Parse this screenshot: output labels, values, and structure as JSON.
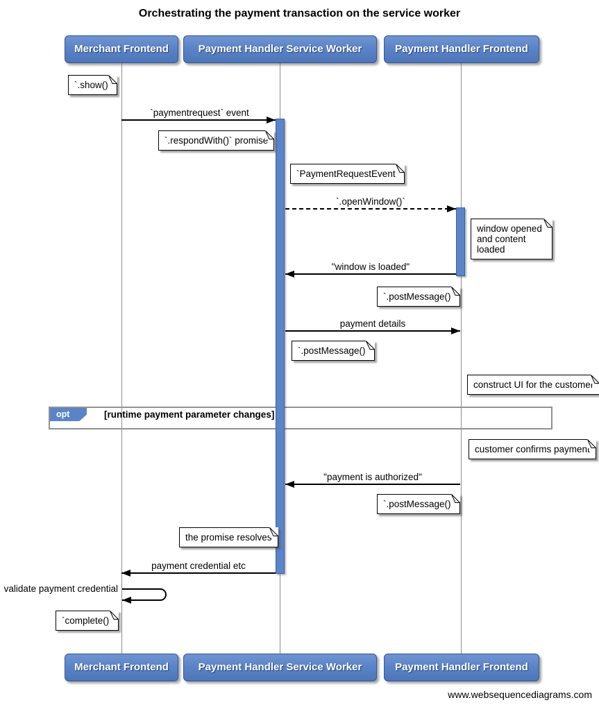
{
  "title": "Orchestrating the payment transaction on the service worker",
  "actors": [
    "Merchant Frontend",
    "Payment Handler Service Worker",
    "Payment Handler Frontend"
  ],
  "messages": [
    {
      "label": "`paymentrequest` event",
      "style": "solid",
      "direction": "right"
    },
    {
      "label": "`.openWindow()`",
      "style": "dashed",
      "direction": "right"
    },
    {
      "label": "\"window is loaded\"",
      "style": "solid",
      "direction": "left"
    },
    {
      "label": "payment details",
      "style": "solid",
      "direction": "right"
    },
    {
      "label": "\"payment is authorized\"",
      "style": "solid",
      "direction": "left"
    },
    {
      "label": "payment credential etc",
      "style": "solid",
      "direction": "left"
    },
    {
      "label": "validate payment credential",
      "style": "self",
      "direction": "self"
    }
  ],
  "notes": [
    {
      "text": "`.show()`"
    },
    {
      "text": "`.respondWith()` promise"
    },
    {
      "text": "`PaymentRequestEvent`"
    },
    {
      "text": "window opened and content loaded"
    },
    {
      "text": "`.postMessage()`"
    },
    {
      "text": "`.postMessage()`"
    },
    {
      "text": "construct UI for the customer"
    },
    {
      "text": "customer confirms payment"
    },
    {
      "text": "`.postMessage()`"
    },
    {
      "text": "the promise resolves"
    },
    {
      "text": "`complete()`"
    }
  ],
  "fragment": {
    "operator": "opt",
    "guard": "[runtime payment parameter changes]"
  },
  "footer": "www.websequencediagrams.com",
  "colors": {
    "actor_blue": "#5b84c8",
    "activation_blue": "#5b84cb",
    "lifeline_gray": "#8c8c8c",
    "fragment_gray": "#919191",
    "note_white": "#ffffff"
  }
}
